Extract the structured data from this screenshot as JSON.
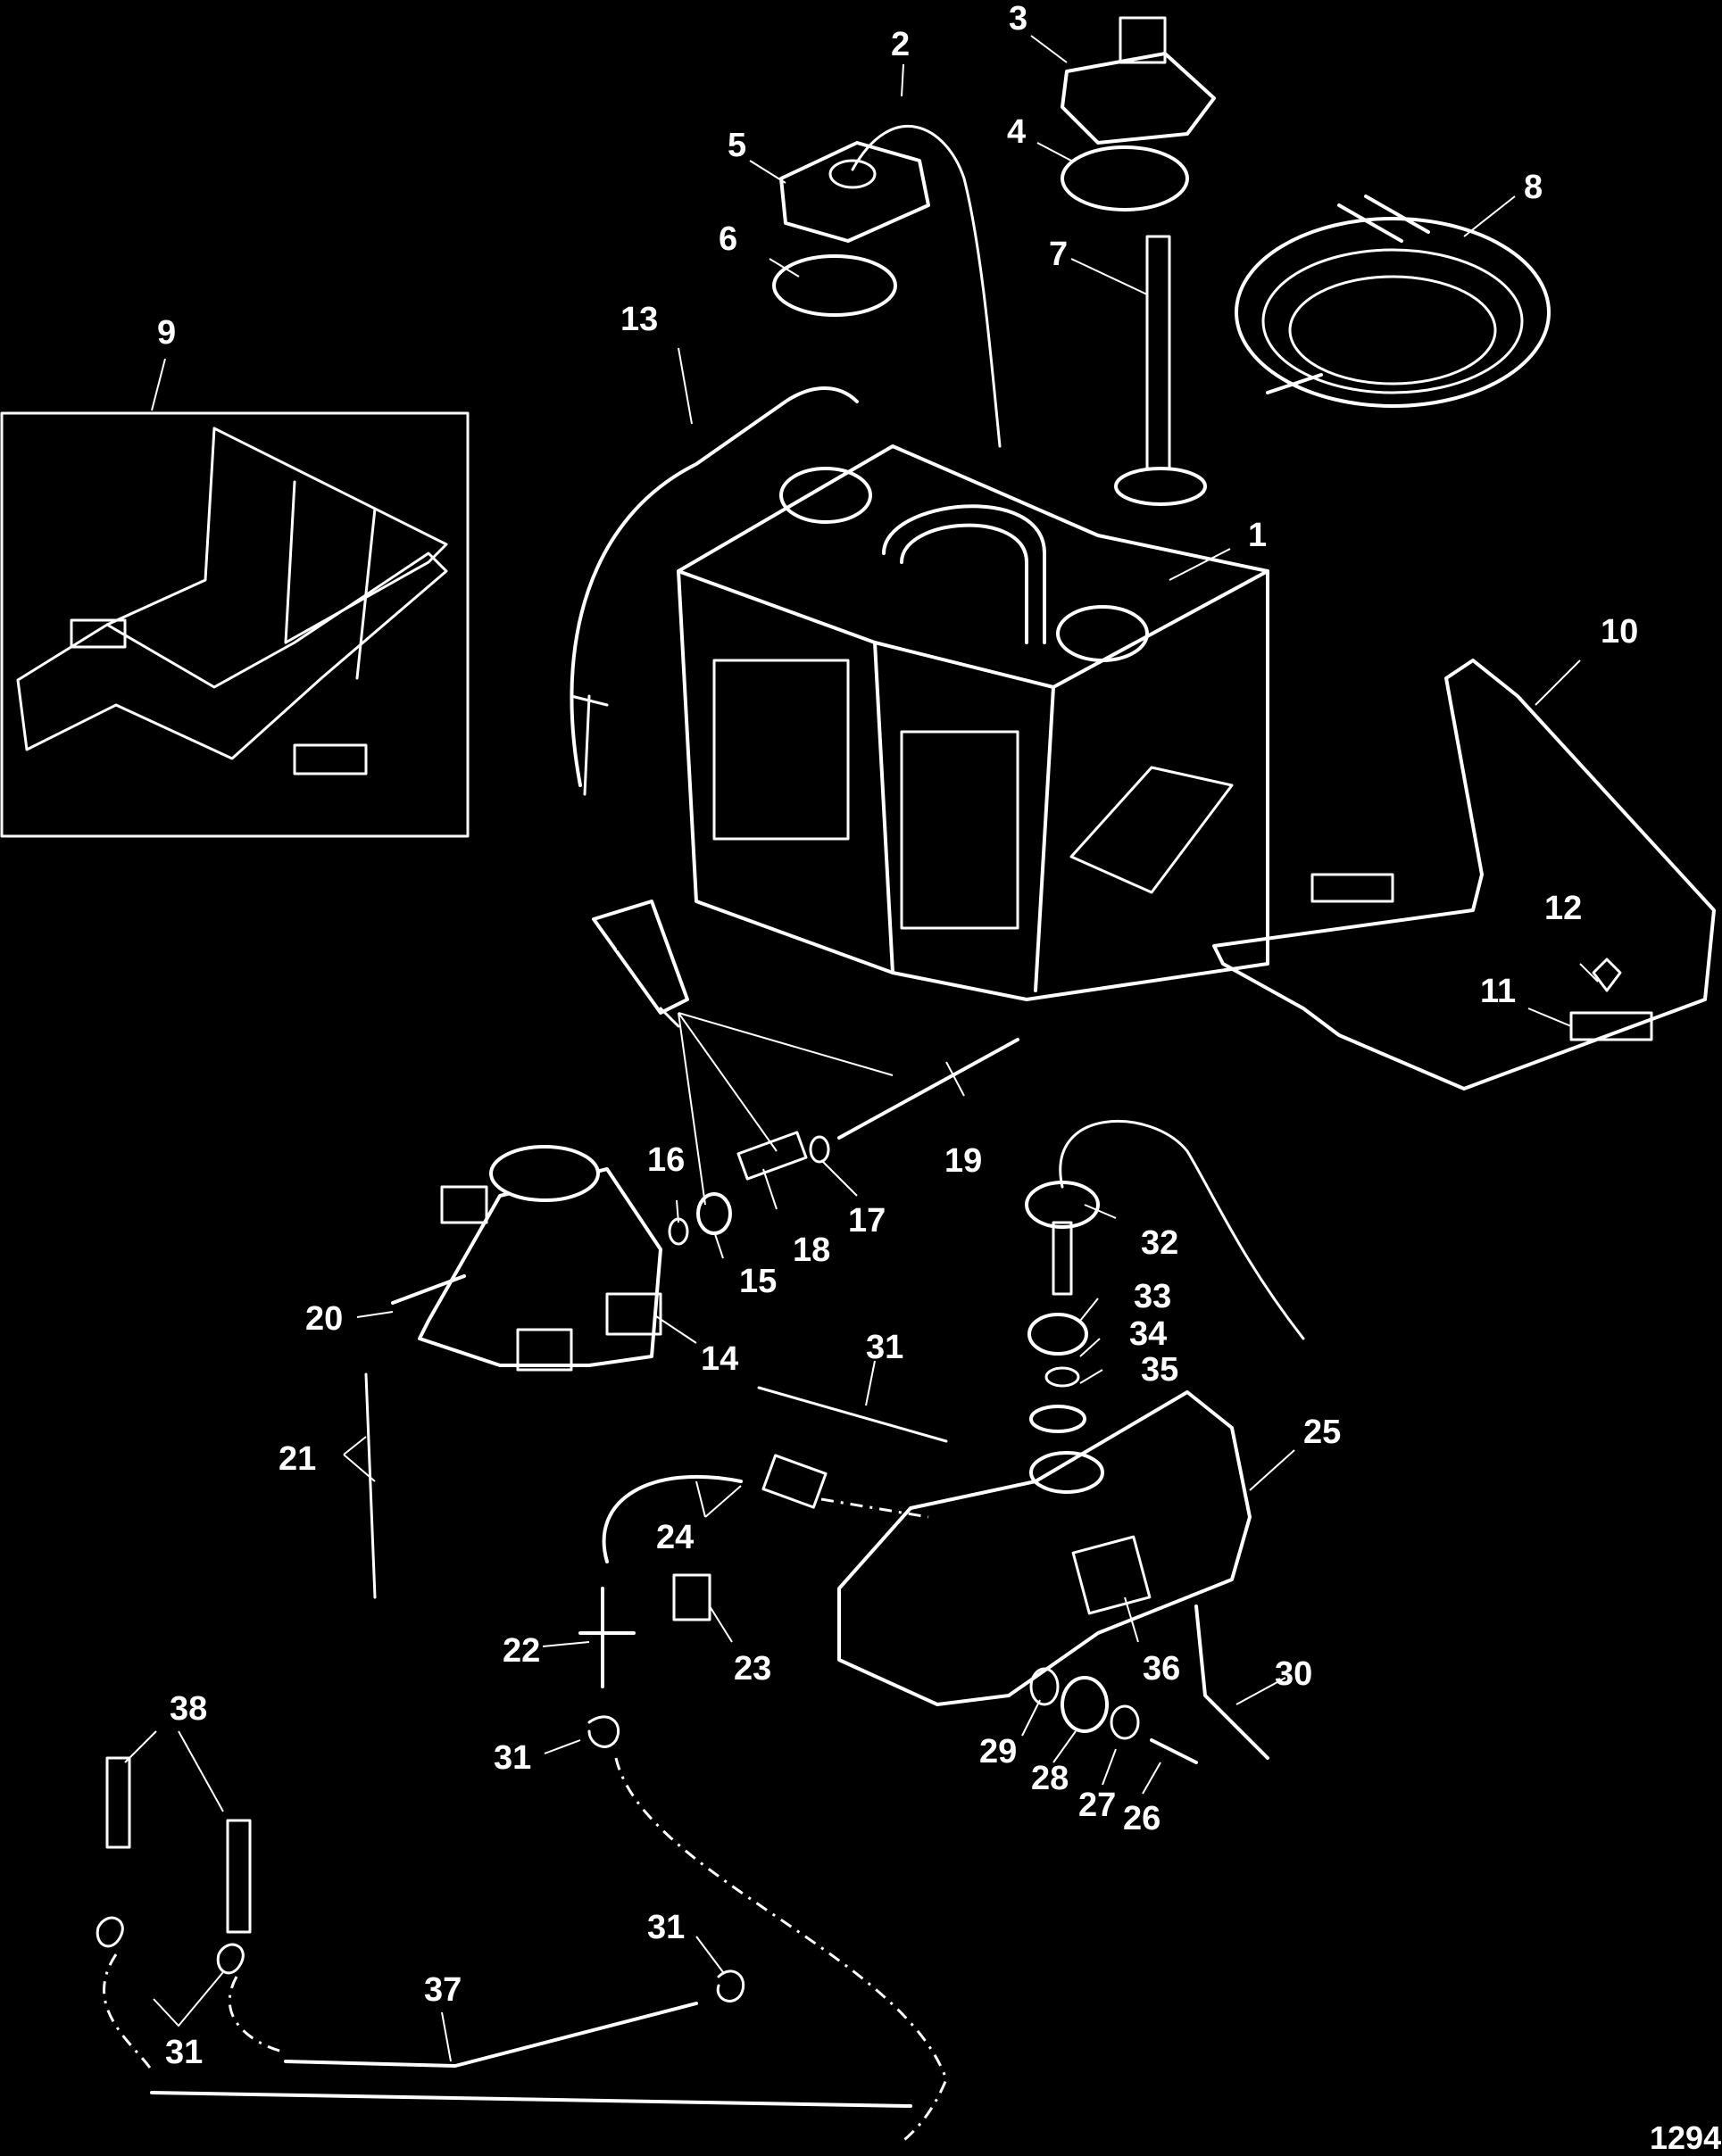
{
  "diagram": {
    "figure_code": "1294",
    "callouts": [
      "1",
      "2",
      "3",
      "4",
      "5",
      "6",
      "7",
      "8",
      "9",
      "10",
      "11",
      "12",
      "13",
      "14",
      "15",
      "16",
      "17",
      "18",
      "19",
      "20",
      "21",
      "22",
      "23",
      "24",
      "25",
      "26",
      "27",
      "28",
      "29",
      "30",
      "31",
      "32",
      "33",
      "34",
      "35",
      "36",
      "37",
      "38"
    ],
    "tube_label": "14"
  }
}
